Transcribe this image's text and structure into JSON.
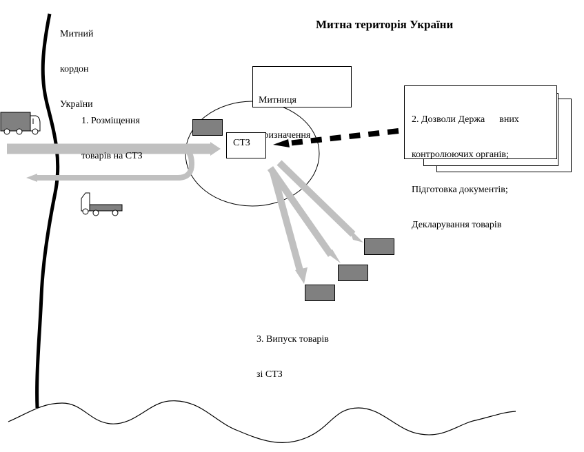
{
  "title": "Митна територія України",
  "border_label": [
    "Митний",
    "кордон",
    "України"
  ],
  "step1_label": [
    "1. Розміщення",
    "товарів на СТЗ"
  ],
  "customs_office_label": [
    "Митниця",
    "призначення"
  ],
  "stz_label": "СТЗ",
  "step2_label": [
    "2. Дозволи Держа      вних",
    "контролюючих органів;",
    "Підготовка документів;",
    "Декларування товарів"
  ],
  "step3_label": [
    "3. Випуск товарів",
    "зі СТЗ"
  ],
  "colors": {
    "arrow": "#c0c0c0",
    "cargo_box": "#808080",
    "line": "#000000"
  },
  "icons": [
    "truck-icon-arriving",
    "truck-icon-departing",
    "cargo-box-icon"
  ]
}
